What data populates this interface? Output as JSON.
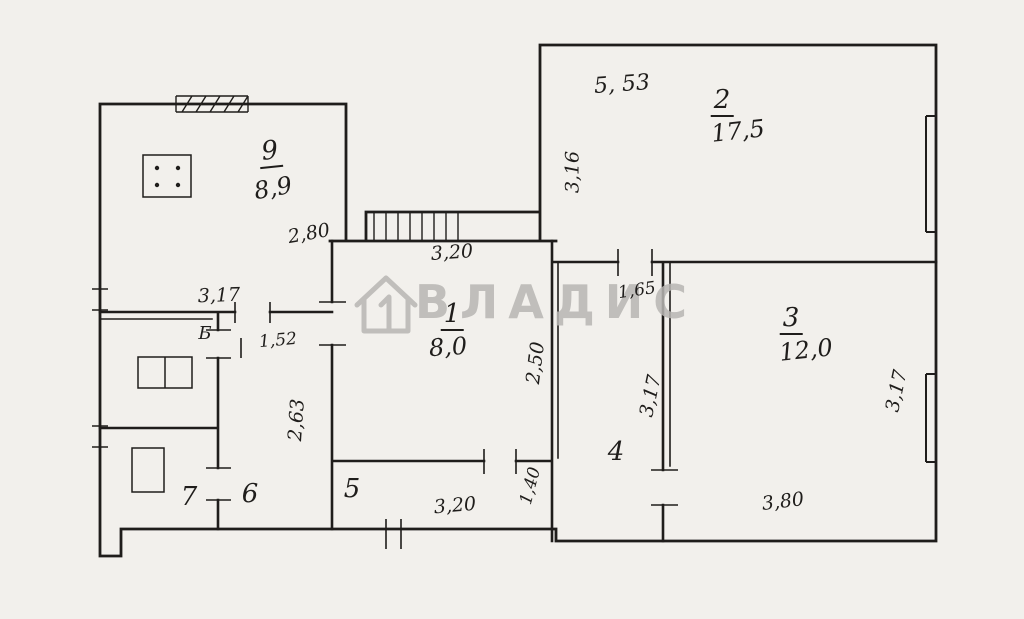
{
  "watermark": {
    "brand": "ВЛАДИС",
    "icon": "house-icon"
  },
  "rooms": {
    "r1": {
      "number": "1",
      "area": "8,0"
    },
    "r2": {
      "number": "2",
      "area": "17,5"
    },
    "r3": {
      "number": "3",
      "area": "12,0"
    },
    "r4": {
      "number": "4"
    },
    "r5": {
      "number": "5"
    },
    "r6": {
      "number": "6"
    },
    "r7": {
      "number": "7"
    },
    "r9": {
      "number": "9",
      "area": "8,9"
    }
  },
  "dimensions": {
    "d553": "5, 53",
    "d316": "3,16",
    "d280": "2,80",
    "d320_top": "3,20",
    "d317_hall": "3,17",
    "d152": "1,52",
    "d165": "1,65",
    "d250": "2,50",
    "d263": "2,63",
    "d317_room4": "3,17",
    "d140": "1,40",
    "d320_bottom": "3,20",
    "d380": "3,80",
    "d317_right": "3,17"
  },
  "annotations": {
    "bath_letter": "Б"
  },
  "colors": {
    "ink": "#1f1d1b",
    "paper": "#f2f0ec",
    "watermark": "#b8b6b3"
  }
}
